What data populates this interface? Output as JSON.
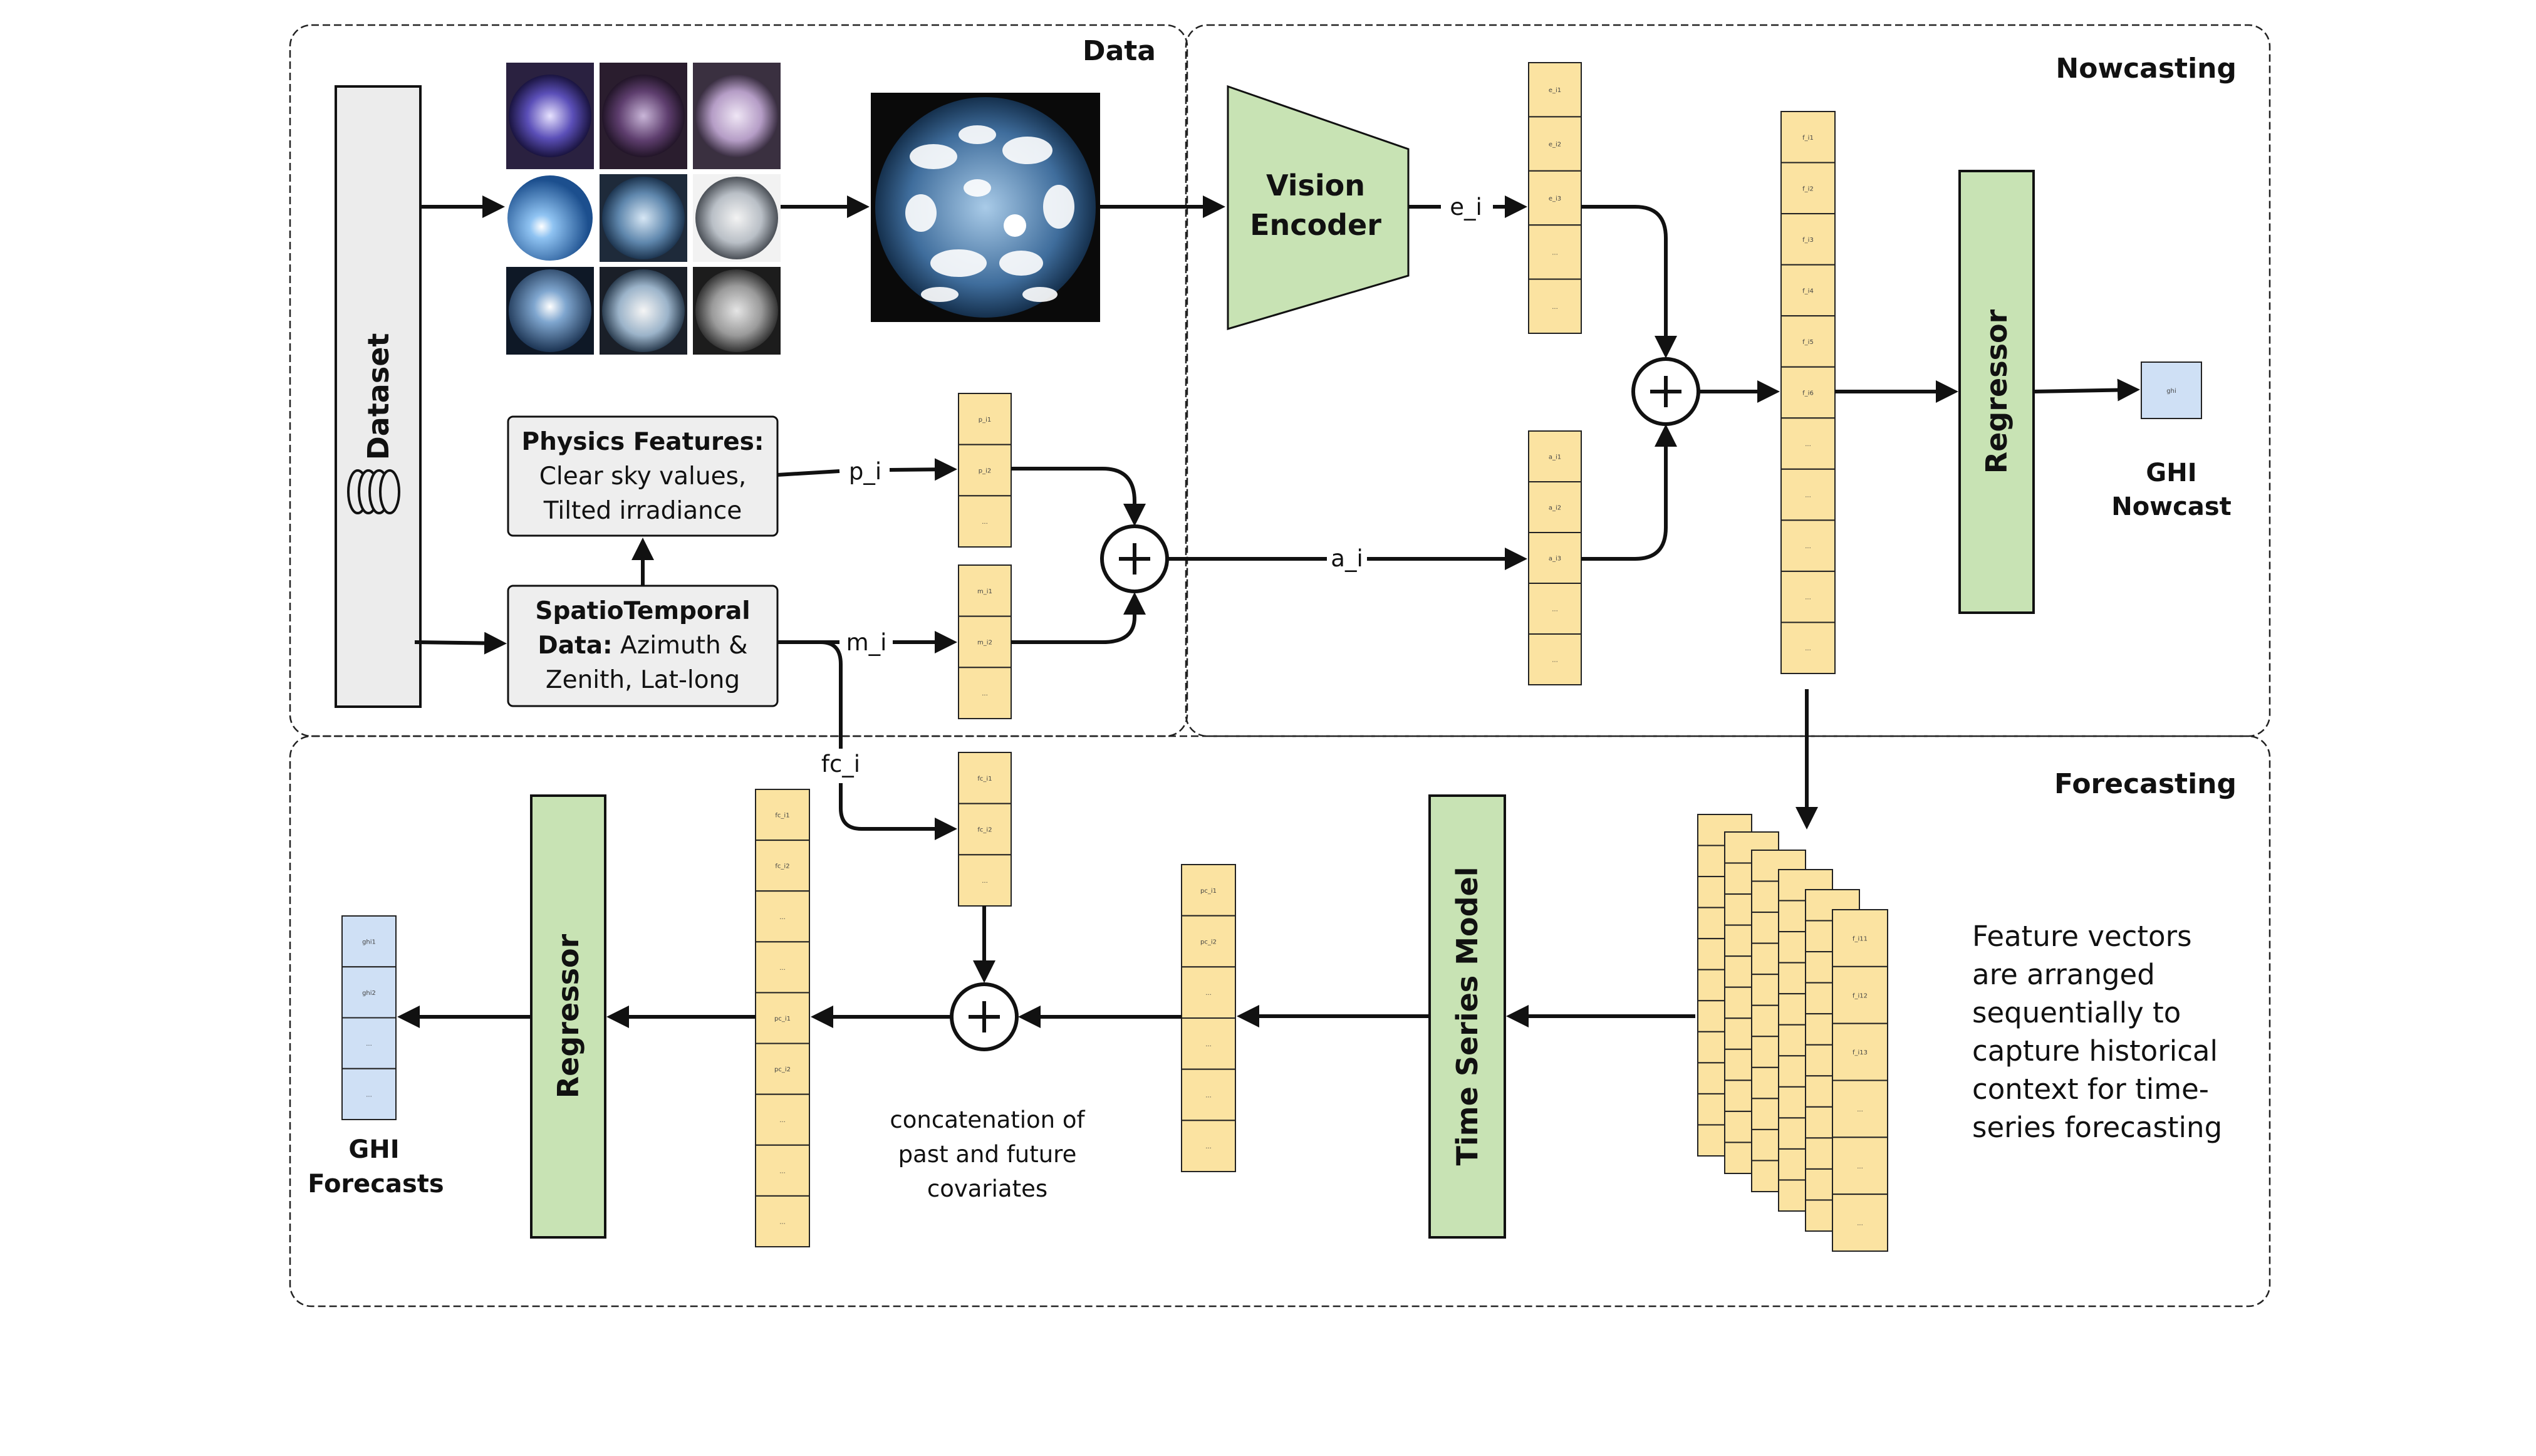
{
  "sections": {
    "data": "Data",
    "nowcasting": "Nowcasting",
    "forecasting": "Forecasting"
  },
  "dataset": {
    "label": "Dataset",
    "icon": "database-icon"
  },
  "physics_box": {
    "title": "Physics Features:",
    "line2": "Clear sky values,",
    "line3": "Tilted irradiance"
  },
  "spatio_box": {
    "line1": "SpatioTemporal",
    "line2_bold": "Data:",
    "line2_rest": " Azimuth &",
    "line3": "Zenith, Lat-long"
  },
  "vision_encoder": {
    "line1": "Vision",
    "line2": "Encoder"
  },
  "labels": {
    "e_i": "e_i",
    "p_i": "p_i",
    "m_i": "m_i",
    "a_i": "a_i",
    "fc_i": "fc_i",
    "regressor_now": "Regressor",
    "regressor_fc": "Regressor",
    "time_series_model": "Time Series Model",
    "ghi_nowcast_1": "GHI",
    "ghi_nowcast_2": "Nowcast",
    "ghi_forecasts_1": "GHI",
    "ghi_forecasts_2": "Forecasts"
  },
  "concat_note": [
    "concatenation of",
    "past and future",
    "covariates"
  ],
  "feature_note": [
    "Feature vectors",
    "are arranged",
    "sequentially to",
    "capture historical",
    "context for time-",
    "series forecasting"
  ],
  "vectors": {
    "e": [
      "e_i1",
      "e_i2",
      "e_i3",
      "...",
      "..."
    ],
    "p": [
      "p_i1",
      "p_i2",
      "..."
    ],
    "m": [
      "m_i1",
      "m_i2",
      "..."
    ],
    "a": [
      "a_i1",
      "a_i2",
      "a_i3",
      "...",
      "..."
    ],
    "f": [
      "f_i1",
      "f_i2",
      "f_i3",
      "f_i4",
      "f_i5",
      "f_i6",
      "...",
      "...",
      "...",
      "...",
      "..."
    ],
    "ghi_now": [
      "ghi"
    ],
    "fc": [
      "fc_i1",
      "fc_i2",
      "..."
    ],
    "pc": [
      "pc_i1",
      "pc_i2",
      "...",
      "...",
      "...",
      "..."
    ],
    "concat": [
      "fc_i1",
      "fc_i2",
      "...",
      "...",
      "pc_i1",
      "pc_i2",
      "...",
      "...",
      "..."
    ],
    "ghi_fc": [
      "ghi1",
      "ghi2",
      "...",
      "..."
    ],
    "stack_front": [
      "f_i11",
      "f_i12",
      "f_i13",
      "...",
      "...",
      "..."
    ]
  },
  "colors": {
    "vector": "#fbe3a1",
    "ghi_vector": "#cfe0f5",
    "green": "#c8e3b4",
    "grey_box": "#eeeeee",
    "stroke": "#111111"
  }
}
